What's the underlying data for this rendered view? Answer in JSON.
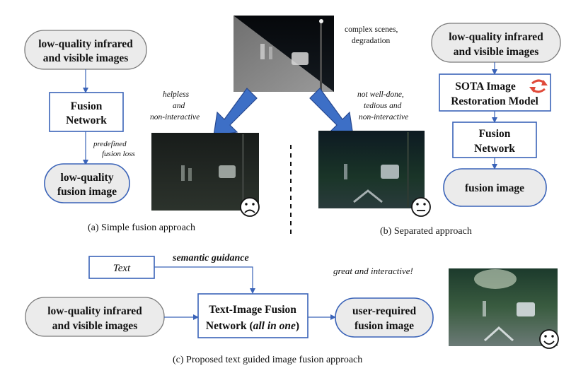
{
  "top_image_caption": [
    "complex scenes,",
    "degradation"
  ],
  "panel_a": {
    "input": [
      "low-quality infrared",
      "and visible images"
    ],
    "network": [
      "Fusion",
      "Network"
    ],
    "loss": [
      "predefined",
      "fusion loss"
    ],
    "output": [
      "low-quality",
      "fusion image"
    ],
    "note": [
      "helpless",
      "and",
      "non-interactive"
    ],
    "caption": "(a) Simple fusion approach"
  },
  "panel_b": {
    "input": [
      "low-quality infrared",
      "and visible images"
    ],
    "restoration": [
      "SOTA Image",
      "Restoration Model"
    ],
    "network": [
      "Fusion",
      "Network"
    ],
    "output": "fusion image",
    "note": [
      "not well-done,",
      "tedious and",
      "non-interactive"
    ],
    "caption": "(b) Separated approach"
  },
  "panel_c": {
    "text_box": "Text",
    "guidance": "semantic guidance",
    "input": [
      "low-quality infrared",
      "and visible images"
    ],
    "network_line1": "Text-Image Fusion",
    "network_line2_start": "Network (",
    "network_line2_italic": "all in one",
    "network_line2_end": ")",
    "output": [
      "user-required",
      "fusion image"
    ],
    "note": "great and interactive!",
    "caption": "(c) Proposed text guided image fusion approach"
  },
  "icons": {
    "sad": "sad-face-icon",
    "neutral": "neutral-face-icon",
    "happy": "happy-face-icon",
    "refresh": "refresh-arrows-icon",
    "down_arrow": "blue-down-arrow-icon"
  },
  "colors": {
    "box_border": "#3a63b8",
    "pill_fill": "#ebebeb",
    "pill_border": "#7a7a7a",
    "big_arrow": "#3d6fc6",
    "big_arrow_edge": "#27488f",
    "restore_icon": "#e04a3a"
  }
}
